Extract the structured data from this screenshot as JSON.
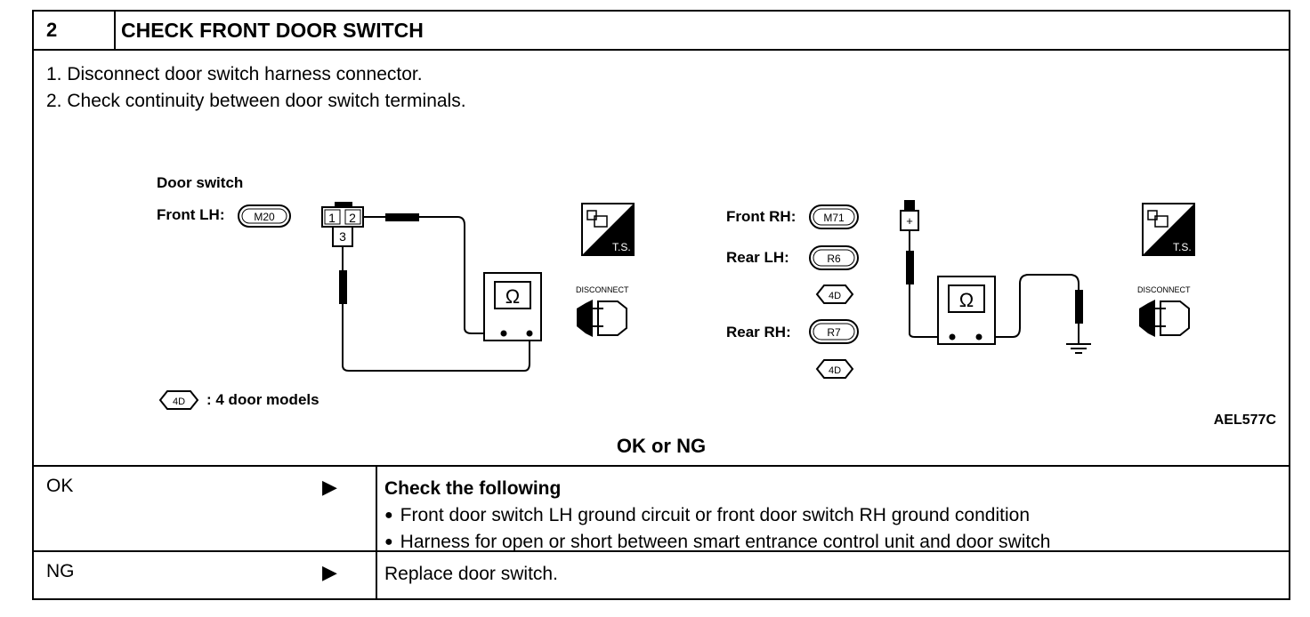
{
  "header": {
    "number": "2",
    "title": "CHECK FRONT DOOR SWITCH"
  },
  "steps": [
    "1.  Disconnect door switch harness connector.",
    "2.  Check continuity between door switch terminals."
  ],
  "diagram": {
    "left_heading": "Door switch",
    "front_lh_label": "Front LH:",
    "front_lh_connector": "M20",
    "terminals": [
      "1",
      "2",
      "3"
    ],
    "meter_symbol": "Ω",
    "ts_label": "T.S.",
    "disconnect_label": "DISCONNECT",
    "front_rh_label": "Front RH:",
    "front_rh_connector": "M71",
    "rear_lh_label": "Rear LH:",
    "rear_lh_connector": "R6",
    "rear_rh_label": "Rear RH:",
    "rear_rh_connector": "R7",
    "four_door_badge": "4D",
    "four_door_note": ": 4 door models",
    "probe_symbol": "+",
    "figure_code": "AEL577C"
  },
  "result_prompt": "OK or NG",
  "results": [
    {
      "label": "OK",
      "arrow": "▶",
      "heading": "Check the following",
      "bullets": [
        "Front door switch LH ground circuit or front door switch RH ground condition",
        "Harness for open or short between smart entrance control unit and door switch"
      ]
    },
    {
      "label": "NG",
      "arrow": "▶",
      "text": "Replace door switch."
    }
  ]
}
